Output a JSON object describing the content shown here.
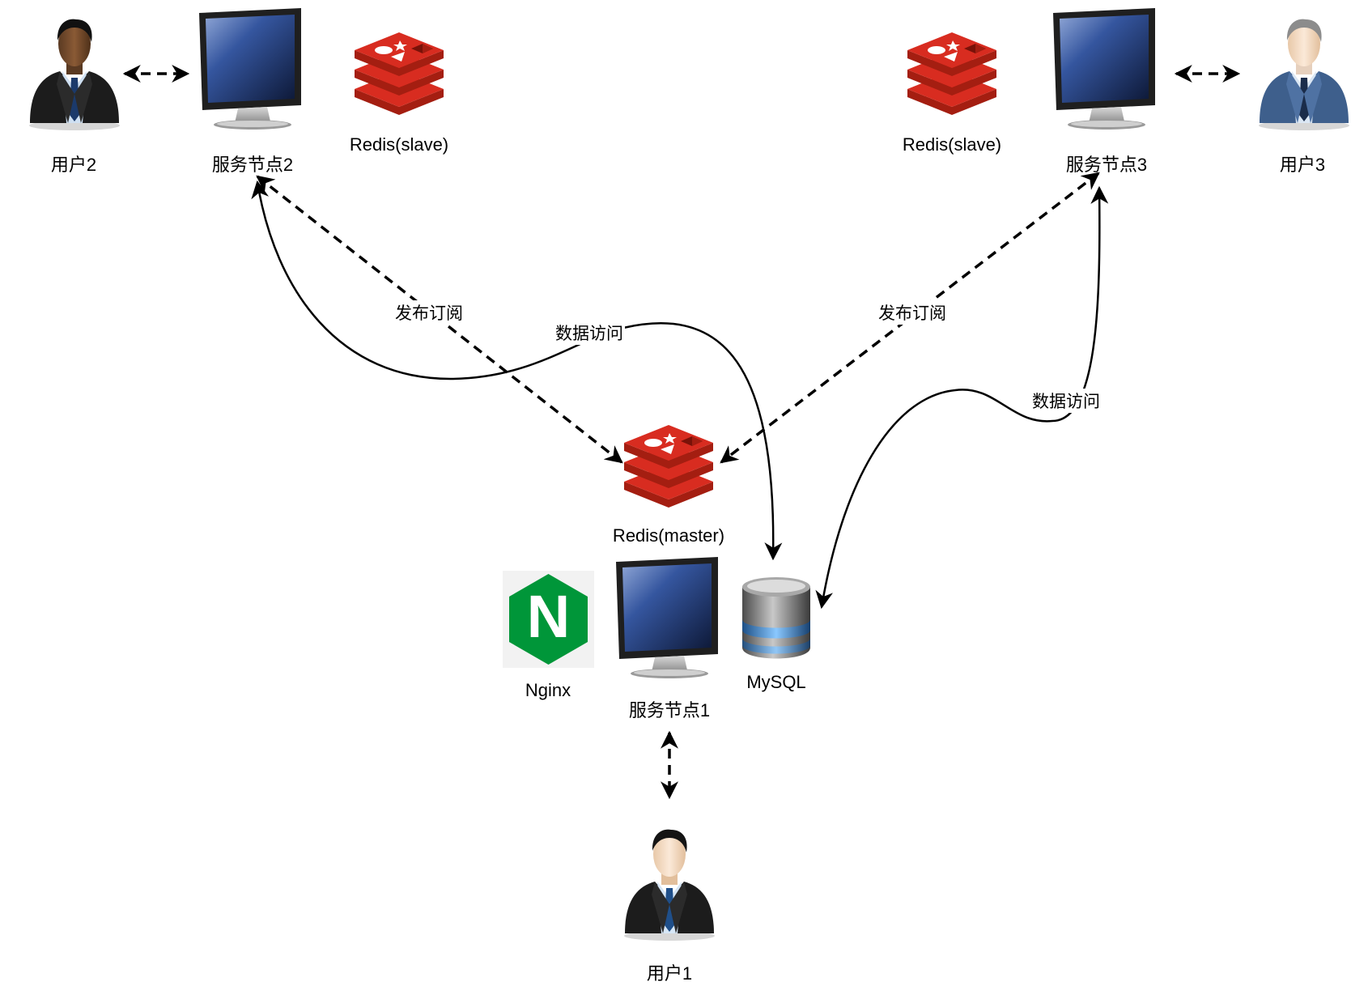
{
  "nodes": {
    "user1": {
      "label": "用户1",
      "icon": "businessman-icon"
    },
    "user2": {
      "label": "用户2",
      "icon": "businessman-icon"
    },
    "user3": {
      "label": "用户3",
      "icon": "businessman-icon"
    },
    "server1": {
      "label": "服务节点1",
      "icon": "monitor-icon"
    },
    "server2": {
      "label": "服务节点2",
      "icon": "monitor-icon"
    },
    "server3": {
      "label": "服务节点3",
      "icon": "monitor-icon"
    },
    "redis_master": {
      "label": "Redis(master)",
      "icon": "redis-icon"
    },
    "redis_slave2": {
      "label": "Redis(slave)",
      "icon": "redis-icon"
    },
    "redis_slave3": {
      "label": "Redis(slave)",
      "icon": "redis-icon"
    },
    "nginx": {
      "label": "Nginx",
      "icon": "nginx-icon",
      "letter": "N"
    },
    "mysql": {
      "label": "MySQL",
      "icon": "database-icon"
    }
  },
  "edges": {
    "pubsub_left": {
      "label": "发布订阅",
      "style": "dashed",
      "from": "server2",
      "to": "redis_master"
    },
    "pubsub_right": {
      "label": "发布订阅",
      "style": "dashed",
      "from": "server3",
      "to": "redis_master"
    },
    "data_left": {
      "label": "数据访问",
      "style": "solid",
      "from": "server2",
      "to": "mysql"
    },
    "data_right": {
      "label": "数据访问",
      "style": "solid",
      "from": "server3",
      "to": "mysql"
    },
    "user2_server2": {
      "style": "dashed",
      "from": "user2",
      "to": "server2"
    },
    "user3_server3": {
      "style": "dashed",
      "from": "user3",
      "to": "server3"
    },
    "user1_server1": {
      "style": "dashed",
      "from": "user1",
      "to": "server1"
    }
  },
  "colors": {
    "redis": "#d82c20",
    "redis_dark": "#a41e11",
    "nginx": "#009639",
    "monitor_frame": "#2a2a2a",
    "screen": "#2c4f9c",
    "suit_dark": "#1c1c1c",
    "suit_blue": "#3e5f8c"
  }
}
